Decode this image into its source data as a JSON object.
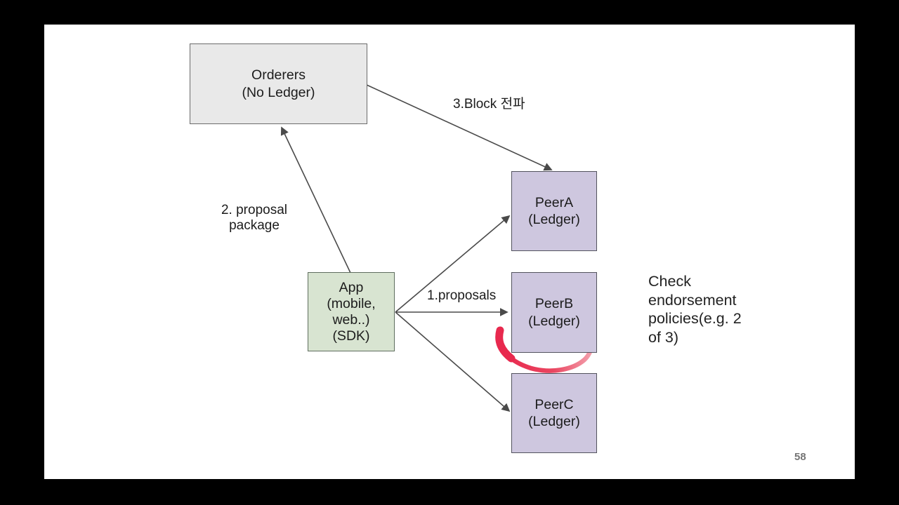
{
  "slide": {
    "page_number": "58",
    "nodes": {
      "orderers": {
        "label": "Orderers\n(No Ledger)"
      },
      "app": {
        "label": "App\n(mobile,\nweb..)\n(SDK)"
      },
      "peer_a": {
        "label": "PeerA\n(Ledger)"
      },
      "peer_b": {
        "label": "PeerB\n(Ledger)"
      },
      "peer_c": {
        "label": "PeerC\n(Ledger)"
      }
    },
    "edges": {
      "proposals_label": "1.proposals",
      "proposal_package_label": "2. proposal\npackage",
      "block_propagation_label": "3.Block 전파"
    },
    "note": "Check\nendorsement\npolicies(e.g. 2\nof 3)"
  },
  "colors": {
    "orderers_fill": "#e9e9e9",
    "orderers_border": "#6b6b6b",
    "app_fill": "#d8e4d1",
    "app_border": "#5f6e5f",
    "peer_fill": "#cec7df",
    "peer_border": "#53535e",
    "arrow": "#4a4a4a",
    "marker_red": "#e8294e",
    "marker_red_light": "#f4a9b4",
    "text": "#1c1c1c",
    "page_number": "#757575"
  }
}
